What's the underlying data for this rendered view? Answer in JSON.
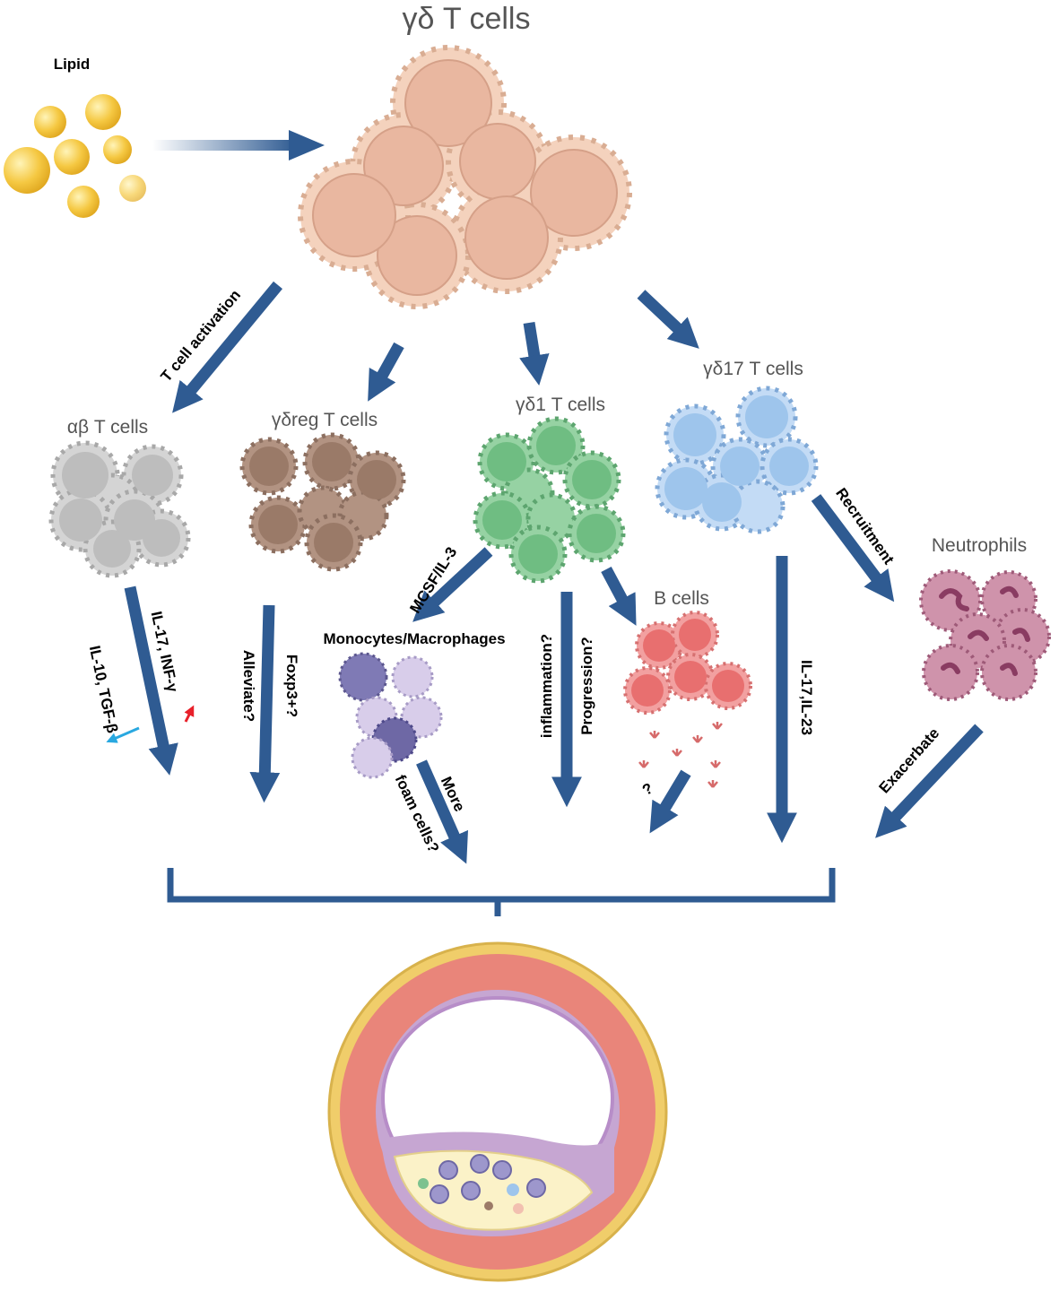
{
  "title": "γδ T cells",
  "colors": {
    "arrow": "#2f5b92",
    "lipid": "#f5c842",
    "gamma_delta": "#f1cdb8",
    "alpha_beta": "#c9c9c9",
    "gd_reg": "#9c7b68",
    "gd1": "#7dc28f",
    "gd17": "#9ec5ec",
    "b_cells": "#ee7f7f",
    "neutrophils": "#b86b8a",
    "monocytes": "#8e88c2",
    "increase": "#e8202a",
    "decrease": "#29a8e0",
    "vessel_outer": "#f0cd6a",
    "vessel_media": "#e9857a",
    "vessel_intima": "#c6a6d2",
    "plaque": "#fbf2c8"
  },
  "lipid": {
    "label": "Lipid"
  },
  "cell_groups": {
    "ab": "αβ T cells",
    "gdreg": "γδreg T cells",
    "gd1": "γδ1 T cells",
    "gd17": "γδ17 T cells",
    "bcells": "B cells",
    "neutrophils": "Neutrophils",
    "monocytes": "Monocytes/Macrophages"
  },
  "arrow_labels": {
    "t_activation": "T cell activation",
    "il17_inf": "IL-17, INF-γ",
    "il10_tgf": "IL-10, TGF-β",
    "alleviate": "Alleviate?",
    "foxp3": "Foxp3+?",
    "mcsf": "MCSF/IL-3",
    "more": "More",
    "foam": "foam cells?",
    "inflammation": "inflammation?",
    "progression": "Progression?",
    "question": "?",
    "il17_il23": "IL-17,IL-23",
    "recruitment": "Recruitment",
    "exacerbate": "Exacerbate"
  }
}
